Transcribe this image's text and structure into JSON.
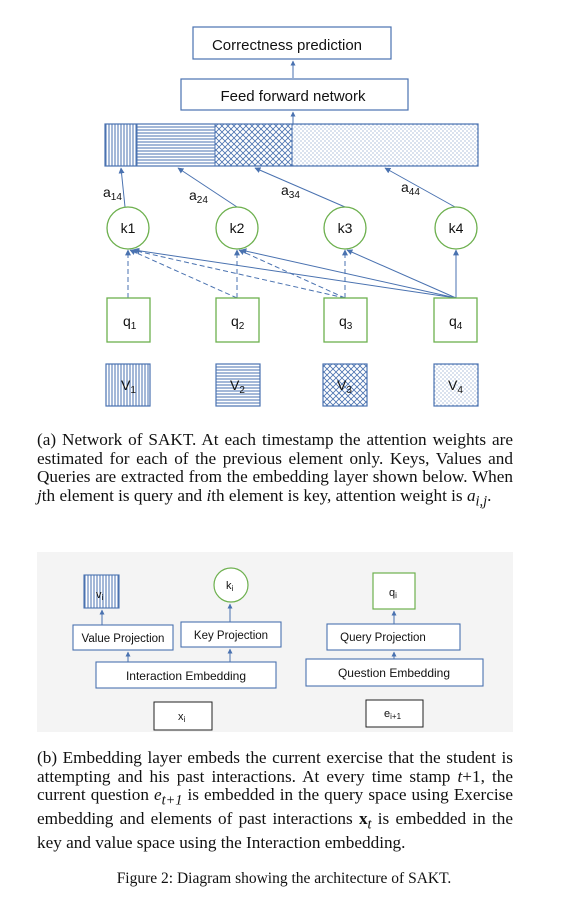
{
  "panel_a": {
    "top_box": "Correctness prediction",
    "ffn_box": "Feed forward network",
    "weights": [
      {
        "base": "a",
        "sub": "14"
      },
      {
        "base": "a",
        "sub": "24"
      },
      {
        "base": "a",
        "sub": "34"
      },
      {
        "base": "a",
        "sub": "44"
      }
    ],
    "keys": [
      "k1",
      "k2",
      "k3",
      "k4"
    ],
    "queries": [
      {
        "base": "q",
        "sub": "1"
      },
      {
        "base": "q",
        "sub": "2"
      },
      {
        "base": "q",
        "sub": "3"
      },
      {
        "base": "q",
        "sub": "4"
      }
    ],
    "values": [
      {
        "base": "V",
        "sub": "1"
      },
      {
        "base": "V",
        "sub": "2"
      },
      {
        "base": "V",
        "sub": "3"
      },
      {
        "base": "V",
        "sub": "4"
      }
    ],
    "caption": {
      "prefix": "(a) Network of SAKT. At each timestamp the attention weights are estimated for each of the previous element only. Keys, Values and Queries are extracted from the embedding layer shown below. When ",
      "var_j": "j",
      "mid1": "th element is query and ",
      "var_i": "i",
      "mid2": "th element is key, attention weight is ",
      "weight_base": "a",
      "weight_sub": "i,j",
      "suffix": "."
    }
  },
  "panel_b": {
    "value_cell": {
      "base": "v",
      "sub": "i"
    },
    "key_node": {
      "base": "k",
      "sub": "i"
    },
    "query_node": {
      "base": "q",
      "sub": "i"
    },
    "value_projection": "Value Projection",
    "key_projection": "Key Projection",
    "query_projection": "Query Projection",
    "interaction_embedding": "Interaction Embedding",
    "question_embedding": "Question Embedding",
    "input_x": {
      "base": "x",
      "sub": "i"
    },
    "input_e": {
      "base": "e",
      "sub": "i+1"
    },
    "caption": {
      "p1": "(b) Embedding layer embeds the current exercise that the student is attempting and his past interactions. At every time stamp ",
      "t_plus": "t",
      "plus1": "+1, the current question ",
      "e_base": "e",
      "e_sub": "t+1",
      "p2": " is embedded in the query space using Exercise embedding and elements of past interactions ",
      "x_base": "x",
      "x_sub": "t",
      "p3": " is embedded in the key and value space using the Interaction embedding."
    }
  },
  "figure_caption": "Figure 2: Diagram showing the architecture of SAKT.",
  "colors": {
    "blue": "#4a72b0",
    "green": "#6db04e",
    "panel_bg": "#f4f4f4"
  }
}
